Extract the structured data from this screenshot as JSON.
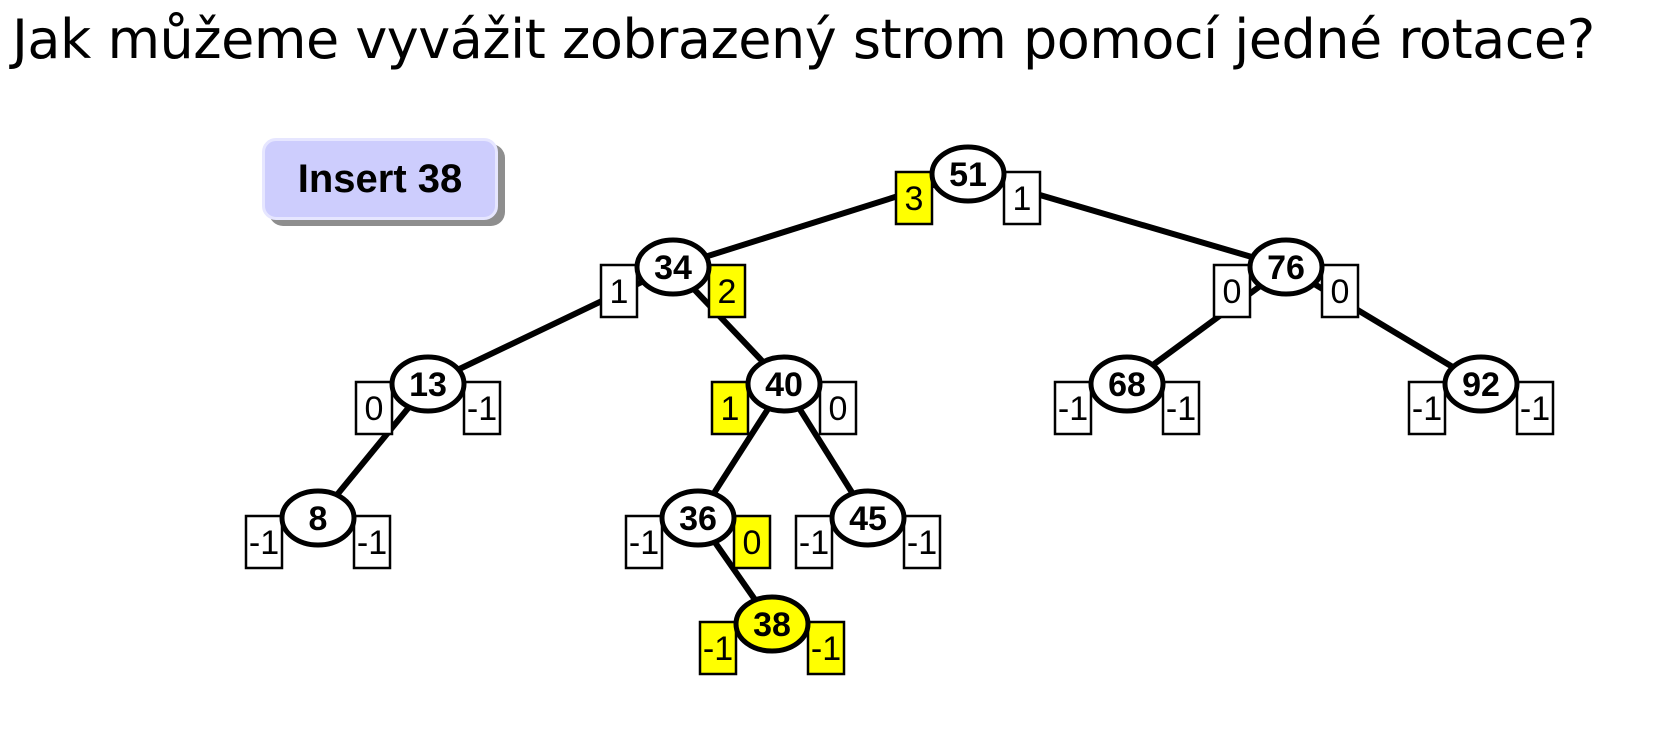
{
  "title": "Jak můžeme vyvážit zobrazený strom pomocí jedné rotace?",
  "insert_label": "Insert 38",
  "colors": {
    "highlight": "#ffff00",
    "normal": "#ffffff",
    "insert_box": "#cdcdfd"
  },
  "nodes": [
    {
      "id": "n51",
      "key": "51",
      "parent": null,
      "left_height": "3",
      "right_height": "1",
      "left_highlight": true,
      "right_highlight": false,
      "highlight": false
    },
    {
      "id": "n34",
      "key": "34",
      "parent": "n51",
      "left_height": "1",
      "right_height": "2",
      "left_highlight": false,
      "right_highlight": true,
      "highlight": false
    },
    {
      "id": "n76",
      "key": "76",
      "parent": "n51",
      "left_height": "0",
      "right_height": "0",
      "left_highlight": false,
      "right_highlight": false,
      "highlight": false
    },
    {
      "id": "n13",
      "key": "13",
      "parent": "n34",
      "left_height": "0",
      "right_height": "-1",
      "left_highlight": false,
      "right_highlight": false,
      "highlight": false
    },
    {
      "id": "n40",
      "key": "40",
      "parent": "n34",
      "left_height": "1",
      "right_height": "0",
      "left_highlight": true,
      "right_highlight": false,
      "highlight": false
    },
    {
      "id": "n68",
      "key": "68",
      "parent": "n76",
      "left_height": "-1",
      "right_height": "-1",
      "left_highlight": false,
      "right_highlight": false,
      "highlight": false
    },
    {
      "id": "n92",
      "key": "92",
      "parent": "n76",
      "left_height": "-1",
      "right_height": "-1",
      "left_highlight": false,
      "right_highlight": false,
      "highlight": false
    },
    {
      "id": "n8",
      "key": "8",
      "parent": "n13",
      "left_height": "-1",
      "right_height": "-1",
      "left_highlight": false,
      "right_highlight": false,
      "highlight": false
    },
    {
      "id": "n36",
      "key": "36",
      "parent": "n40",
      "left_height": "-1",
      "right_height": "0",
      "left_highlight": false,
      "right_highlight": true,
      "highlight": false
    },
    {
      "id": "n45",
      "key": "45",
      "parent": "n40",
      "left_height": "-1",
      "right_height": "-1",
      "left_highlight": false,
      "right_highlight": false,
      "highlight": false
    },
    {
      "id": "n38",
      "key": "38",
      "parent": "n36",
      "left_height": "-1",
      "right_height": "-1",
      "left_highlight": true,
      "right_highlight": true,
      "highlight": true
    }
  ]
}
